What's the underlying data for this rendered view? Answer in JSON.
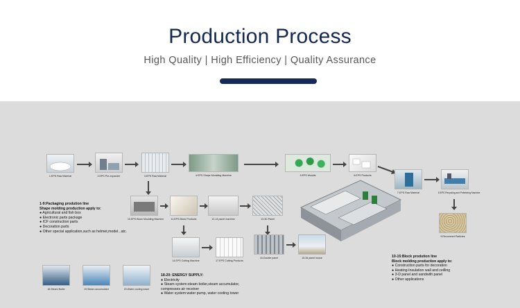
{
  "header": {
    "title": "Production Process",
    "subtitle": "High Quality | High Efficiency | Quality Assurance"
  },
  "colors": {
    "title": "#14274e",
    "bar": "#152a55",
    "diagram_bg": "#dcdcdc"
  },
  "nodes": {
    "n1": "1.EPS Raw Material",
    "n2": "2.EPS Pre-expander",
    "n3": "3.EPS Raw Material",
    "n4": "4.EPS Shape Moulding Machine",
    "n5": "5.EPS Moulds",
    "n6": "6.EPS Products",
    "n7": "7.EPS Raw Material",
    "n8": "8.EPS Recycling and Pelletizing Machine",
    "n9": "9.Recovered Particles",
    "n10": "10.EPS Block Moulding Machine",
    "n11": "11.EPS Block Products",
    "n12": "12-14 panel machine",
    "n13": "13.3D Panel",
    "n14": "14.EPS Cutting Machine",
    "n15": "17.EPS Cutting Products",
    "n16": "16.Double panel",
    "n17": "15.3d panel house",
    "n18": "18.Steam Boiler",
    "n19": "19.Steam accumulator",
    "n20": "20.Water cooling tower"
  },
  "notes": {
    "packaging": {
      "title": "1-9:Packaging prodution line",
      "subtitle": "Shape molding production apply to:",
      "items": [
        "Agricultural and fish box",
        "Electronic parts package",
        "ICF construction parts",
        "Decoration parts",
        "Other special application,such as helmet,model...atc."
      ]
    },
    "block": {
      "title": "10-15:Block prodution line",
      "subtitle": "Block molding production apply to:",
      "items": [
        "Construction parts for decoration",
        "Heating-Insulation wall and ceilling",
        "3-D panel and sandwith panel",
        "Other applications"
      ]
    },
    "energy": {
      "title": "18-20:   ENERGY SUPPLY:",
      "items": [
        "Electricity",
        "Steam system:steam boiler,steam accumulator, compresses air receiver",
        "Water system:water pump, water cooling tower"
      ]
    }
  }
}
